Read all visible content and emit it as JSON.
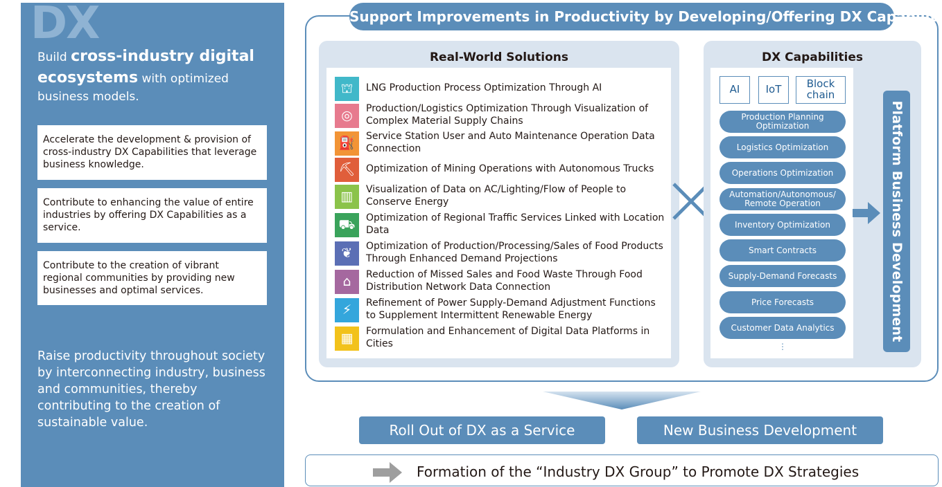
{
  "left_panel": {
    "watermark": "DX",
    "lead_prefix": "Build ",
    "lead_strong": "cross-industry digital ecosystems",
    "lead_suffix": " with optimized business models.",
    "points": [
      "Accelerate the development & provision of cross-industry DX Capabilities that leverage business knowledge.",
      "Contribute to enhancing the value of entire industries by offering DX Capabilities as a service.",
      "Contribute to the creation of vibrant regional communities by providing new businesses and optimal services."
    ],
    "conclusion": "Raise productivity throughout society by interconnecting industry, business and communities, thereby contributing to the creation of sustainable value."
  },
  "main_title": "Support Improvements in Productivity by Developing/Offering DX Capabilities",
  "real_world": {
    "title": "Real-World Solutions",
    "solutions": [
      {
        "text": "LNG Production Process Optimization Through AI",
        "icon": "lng-plant-icon",
        "color": "#41b8c9"
      },
      {
        "text": "Production/Logistics Optimization Through Visualization of Complex Material Supply Chains",
        "icon": "material-stack-icon",
        "color": "#e77a8e"
      },
      {
        "text": "Service Station User and Auto Maintenance Operation Data Connection",
        "icon": "service-station-icon",
        "color": "#f29436"
      },
      {
        "text": "Optimization of Mining Operations with Autonomous Trucks",
        "icon": "mining-truck-icon",
        "color": "#e05e3b"
      },
      {
        "text": "Visualization of Data on AC/Lighting/Flow of People to Conserve Energy",
        "icon": "energy-building-icon",
        "color": "#8bc34a"
      },
      {
        "text": "Optimization of Regional Traffic Services Linked with Location Data",
        "icon": "car-icon",
        "color": "#3aa35b"
      },
      {
        "text": "Optimization of Production/Processing/Sales of Food Products Through Enhanced Demand Projections",
        "icon": "wheat-icon",
        "color": "#5b6fb5"
      },
      {
        "text": "Reduction of Missed Sales and Food Waste Through Food Distribution Network Data Connection",
        "icon": "warehouse-icon",
        "color": "#a5689f"
      },
      {
        "text": "Refinement of Power Supply-Demand Adjustment Functions to Supplement Intermittent Renewable Energy",
        "icon": "power-plug-icon",
        "color": "#34a6dc"
      },
      {
        "text": "Formulation and Enhancement of Digital Data Platforms in Cities",
        "icon": "city-building-icon",
        "color": "#f2c21b"
      }
    ]
  },
  "dx_capabilities": {
    "title": "DX Capabilities",
    "technologies": [
      "AI",
      "IoT",
      "Block chain"
    ],
    "capabilities": [
      "Production Planning Optimization",
      "Logistics Optimization",
      "Operations Optimization",
      "Automation/Autonomous/ Remote Operation",
      "Inventory Optimization",
      "Smart Contracts",
      "Supply-Demand Forecasts",
      "Price Forecasts",
      "Customer Data Analytics"
    ],
    "ellipsis": "⋮"
  },
  "platform": "Platform Business Development",
  "outcomes": {
    "rollout": "Roll Out of DX as a Service",
    "new_business": "New Business Development"
  },
  "formation": "Formation of the “Industry DX Group” to Promote DX Strategies",
  "colors": {
    "primary": "#5b8db9",
    "panel": "#dae4ef",
    "watermark": "#8fb3d3"
  }
}
